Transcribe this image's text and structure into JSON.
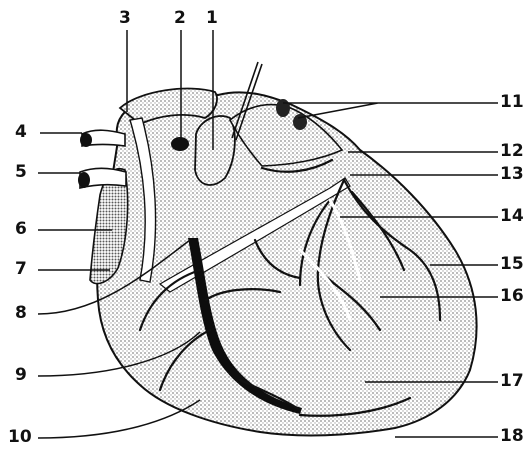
{
  "figure": {
    "numbers": [
      "1",
      "2",
      "3",
      "4",
      "5",
      "6",
      "7",
      "8",
      "9",
      "10",
      "11",
      "12",
      "13",
      "14",
      "15",
      "16",
      "17",
      "18"
    ]
  },
  "colors": {
    "ink": "#111111",
    "stipple": "#9a9a9a",
    "vessel": "#0d0d0d",
    "paper": "#ffffff"
  }
}
